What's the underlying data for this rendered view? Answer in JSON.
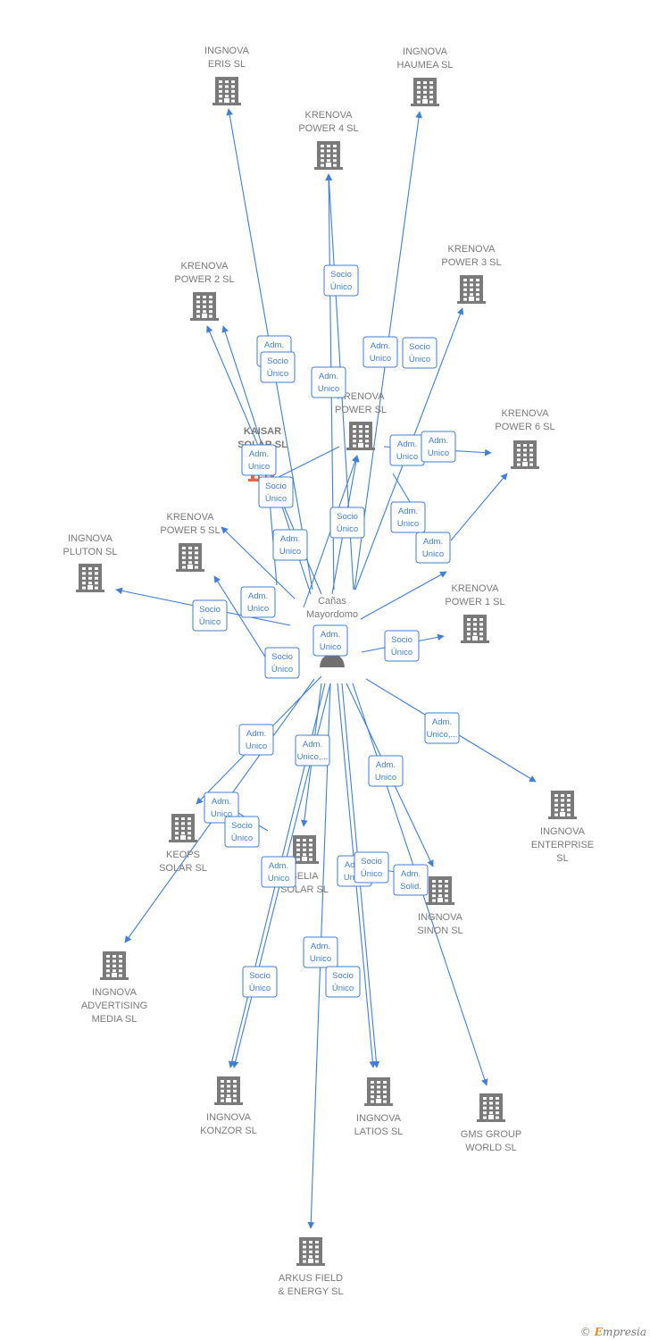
{
  "center": {
    "label": [
      "Cañas",
      "Mayordomo"
    ]
  },
  "nodes": [
    {
      "id": "eris",
      "label": [
        "INGNOVA",
        "ERIS  SL"
      ]
    },
    {
      "id": "haumea",
      "label": [
        "INGNOVA",
        "HAUMEA  SL"
      ]
    },
    {
      "id": "kp4",
      "label": [
        "KRENOVA",
        "POWER 4  SL"
      ]
    },
    {
      "id": "kp3",
      "label": [
        "KRENOVA",
        "POWER 3  SL"
      ]
    },
    {
      "id": "kp2",
      "label": [
        "KRENOVA",
        "POWER 2  SL"
      ]
    },
    {
      "id": "kp",
      "label": [
        "KRENOVA",
        "POWER  SL"
      ]
    },
    {
      "id": "kaisar",
      "label": [
        "KAISAR",
        "SOLAR  SL"
      ],
      "highlight": true
    },
    {
      "id": "kp6",
      "label": [
        "KRENOVA",
        "POWER 6  SL"
      ]
    },
    {
      "id": "kp5",
      "label": [
        "KRENOVA",
        "POWER 5  SL"
      ]
    },
    {
      "id": "pluton",
      "label": [
        "INGNOVA",
        "PLUTON  SL"
      ]
    },
    {
      "id": "kp1",
      "label": [
        "KRENOVA",
        "POWER 1  SL"
      ]
    },
    {
      "id": "enterprise",
      "label": [
        "INGNOVA",
        "ENTERPRISE",
        "SL"
      ]
    },
    {
      "id": "keops",
      "label": [
        "KEOPS",
        "SOLAR  SL"
      ]
    },
    {
      "id": "selia",
      "label": [
        "SELIA",
        "SOLAR  SL"
      ]
    },
    {
      "id": "sinon",
      "label": [
        "INGNOVA",
        "SINON  SL"
      ]
    },
    {
      "id": "advertising",
      "label": [
        "INGNOVA",
        "ADVERTISING",
        "MEDIA  SL"
      ]
    },
    {
      "id": "konzor",
      "label": [
        "INGNOVA",
        "KONZOR  SL"
      ]
    },
    {
      "id": "latios",
      "label": [
        "INGNOVA",
        "LATIOS  SL"
      ]
    },
    {
      "id": "gms",
      "label": [
        "GMS GROUP",
        "WORLD  SL"
      ]
    },
    {
      "id": "arkus",
      "label": [
        "ARKUS FIELD",
        "& ENERGY  SL"
      ]
    }
  ],
  "edge_labels": [
    [
      "Adm.",
      "Unico"
    ],
    [
      "Socio",
      "Único"
    ],
    [
      "Socio",
      "Único"
    ],
    [
      "Adm.",
      "Unico"
    ],
    [
      "Adm.",
      "Unico"
    ],
    [
      "Socio",
      "Único"
    ],
    [
      "Adm.",
      "Unico"
    ],
    [
      "Socio",
      "Único"
    ],
    [
      "Adm.",
      "Unico"
    ],
    [
      "Socio",
      "Único"
    ],
    [
      "Adm.",
      "Unico"
    ],
    [
      "Socio",
      "Único"
    ],
    [
      "Adm.",
      "Unico"
    ],
    [
      "Adm.",
      "Unico"
    ],
    [
      "Adm.",
      "Unico"
    ],
    [
      "Adm.",
      "Unico"
    ],
    [
      "Socio",
      "Único"
    ],
    [
      "Adm.",
      "Unico"
    ],
    [
      "Socio",
      "Único"
    ],
    [
      "Adm.",
      "Unico"
    ],
    [
      "Adm.",
      "Unico,..."
    ],
    [
      "Adm.",
      "Unico"
    ],
    [
      "Adm.",
      "Unico,..."
    ],
    [
      "Adm.",
      "Unico"
    ],
    [
      "Socio",
      "Único"
    ],
    [
      "Adm.",
      "Unico"
    ],
    [
      "Adm.",
      "Unico"
    ],
    [
      "Socio",
      "Único"
    ],
    [
      "Adm.",
      "Solid."
    ],
    [
      "Adm.",
      "Unico"
    ],
    [
      "Socio",
      "Único"
    ],
    [
      "Socio",
      "Único"
    ]
  ],
  "colors": {
    "edge": "#3f7fd6",
    "building": "#7a7a7a",
    "highlight": "#e8643c",
    "person": "#707070"
  },
  "footer": {
    "copyright": "©",
    "brand_first": "E",
    "brand_rest": "mpresia"
  }
}
